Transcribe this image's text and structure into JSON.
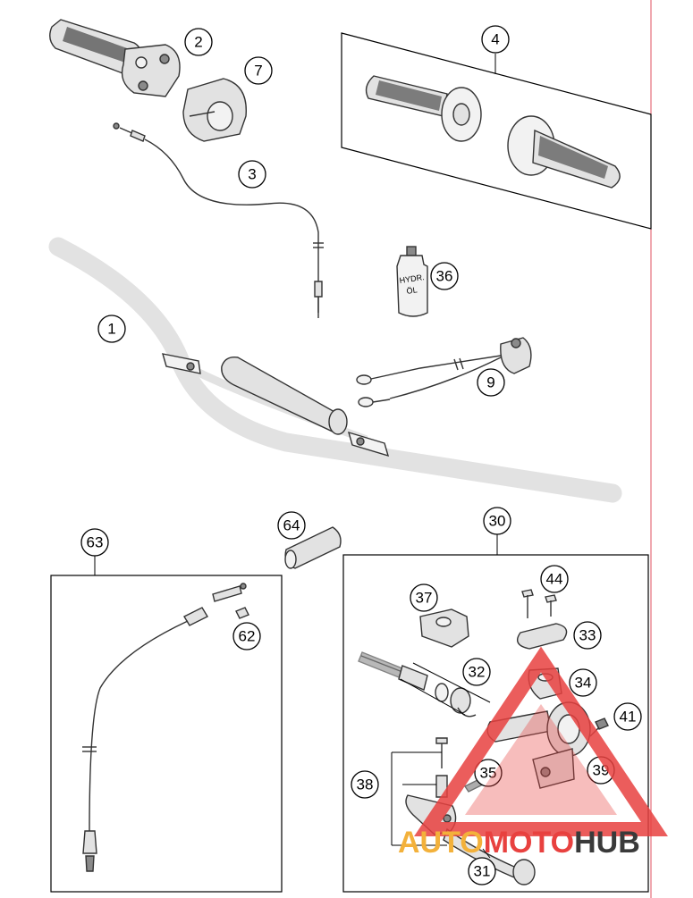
{
  "callouts": [
    {
      "id": "c1",
      "label": "1"
    },
    {
      "id": "c2",
      "label": "2"
    },
    {
      "id": "c3",
      "label": "3"
    },
    {
      "id": "c4",
      "label": "4"
    },
    {
      "id": "c7",
      "label": "7"
    },
    {
      "id": "c9",
      "label": "9"
    },
    {
      "id": "c30",
      "label": "30"
    },
    {
      "id": "c31",
      "label": "31"
    },
    {
      "id": "c32",
      "label": "32"
    },
    {
      "id": "c33",
      "label": "33"
    },
    {
      "id": "c34",
      "label": "34"
    },
    {
      "id": "c35",
      "label": "35"
    },
    {
      "id": "c36",
      "label": "36"
    },
    {
      "id": "c37",
      "label": "37"
    },
    {
      "id": "c38",
      "label": "38"
    },
    {
      "id": "c39",
      "label": "39"
    },
    {
      "id": "c41",
      "label": "41"
    },
    {
      "id": "c44",
      "label": "44"
    },
    {
      "id": "c62",
      "label": "62"
    },
    {
      "id": "c63",
      "label": "63"
    },
    {
      "id": "c64",
      "label": "64"
    }
  ],
  "bottle_label": {
    "line1": "HYDR.",
    "line2": "ÖL"
  },
  "watermark": {
    "part1": "AUTO",
    "part2": "MOTO",
    "part3": "HUB"
  },
  "colors": {
    "watermark_orange": "#f3b13b",
    "watermark_red": "#e8413f",
    "watermark_dark": "#3a3a3a",
    "margin_line": "#e05060"
  }
}
